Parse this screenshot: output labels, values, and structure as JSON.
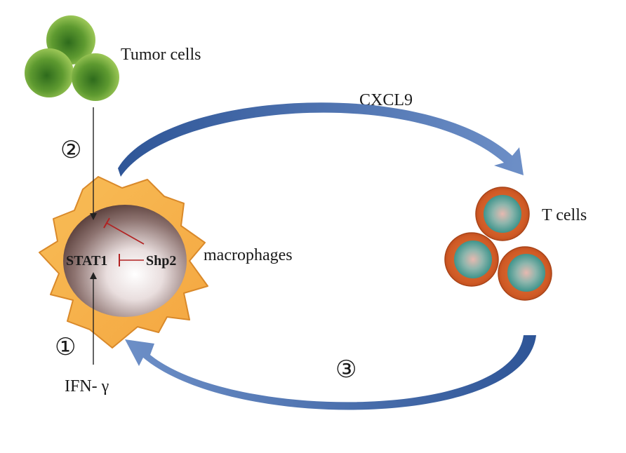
{
  "labels": {
    "tumor": "Tumor cells",
    "cxcl9": "CXCL9",
    "tcells": "T cells",
    "macrophages": "macrophages",
    "stat1": "STAT1",
    "shp2": "Shp2",
    "ifn": "IFN- γ",
    "step1": "①",
    "step2": "②",
    "step3": "③"
  }
}
